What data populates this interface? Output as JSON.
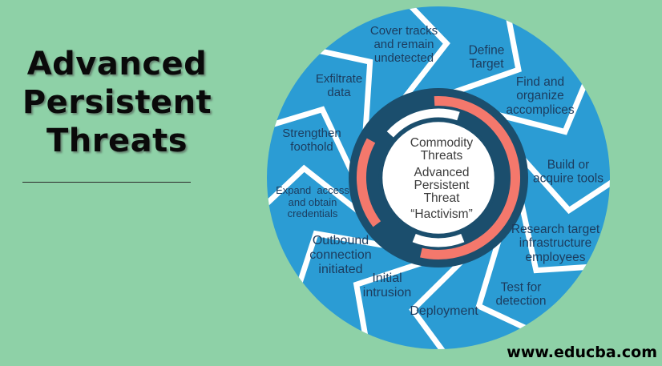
{
  "colors": {
    "bg": "#8ED1A7",
    "wheel": "#2B9CD4",
    "hub": "#1B4E6D",
    "arc": "#F4786C",
    "stage": "#1C3C5E",
    "hubtext": "#3C3C3C",
    "title": "#0A0A0A"
  },
  "title": "Advanced\nPersistent\nThreats",
  "watermark": "www.educba.com",
  "hub": {
    "commodity": "Commodity\nThreats",
    "apt": "Advanced\nPersistent\nThreat",
    "hactivism": "“Hactivism”"
  },
  "stages": [
    {
      "id": "define-target",
      "label": "Define\nTarget"
    },
    {
      "id": "find-organize-accomplices",
      "label": "Find and\norganize\naccomplices"
    },
    {
      "id": "build-acquire-tools",
      "label": "Build or\nacquire tools"
    },
    {
      "id": "research-target-infrastructure",
      "label": "Research target\ninfrastructure\nemployees"
    },
    {
      "id": "test-for-detection",
      "label": "Test for\ndetection"
    },
    {
      "id": "deployment",
      "label": "Deployment"
    },
    {
      "id": "initial-intrusion",
      "label": "Initial\nintrusion"
    },
    {
      "id": "outbound-connection-initiated",
      "label": "Outbound\nconnection\ninitiated"
    },
    {
      "id": "expand-access-credentials",
      "label": "Expand  access\nand obtain\ncredentials"
    },
    {
      "id": "strengthen-foothold",
      "label": "Strengthen\nfoothold"
    },
    {
      "id": "exfiltrate-data",
      "label": "Exfiltrate\ndata"
    },
    {
      "id": "cover-tracks-undetected",
      "label": "Cover tracks\nand remain\nundetected"
    }
  ]
}
